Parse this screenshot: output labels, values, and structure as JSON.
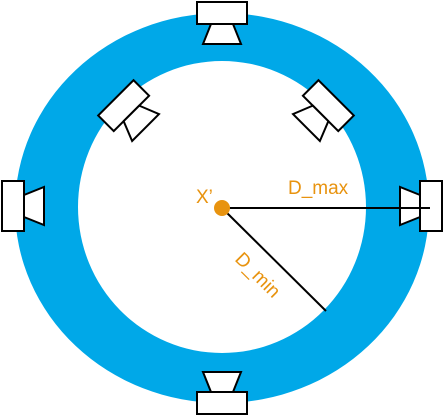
{
  "colors": {
    "ring": "#00a8e8",
    "accent": "#e8930f",
    "line": "#000000",
    "camera_fill": "#ffffff",
    "background": "#ffffff"
  },
  "center_label": "X’",
  "distance_labels": {
    "max": "D_max",
    "min": "D_min"
  },
  "cameras": [
    {
      "id": "top",
      "icon": "camera-icon"
    },
    {
      "id": "top-left",
      "icon": "camera-icon"
    },
    {
      "id": "top-right",
      "icon": "camera-icon"
    },
    {
      "id": "left",
      "icon": "camera-icon"
    },
    {
      "id": "right",
      "icon": "camera-icon"
    },
    {
      "id": "bottom",
      "icon": "camera-icon"
    }
  ]
}
